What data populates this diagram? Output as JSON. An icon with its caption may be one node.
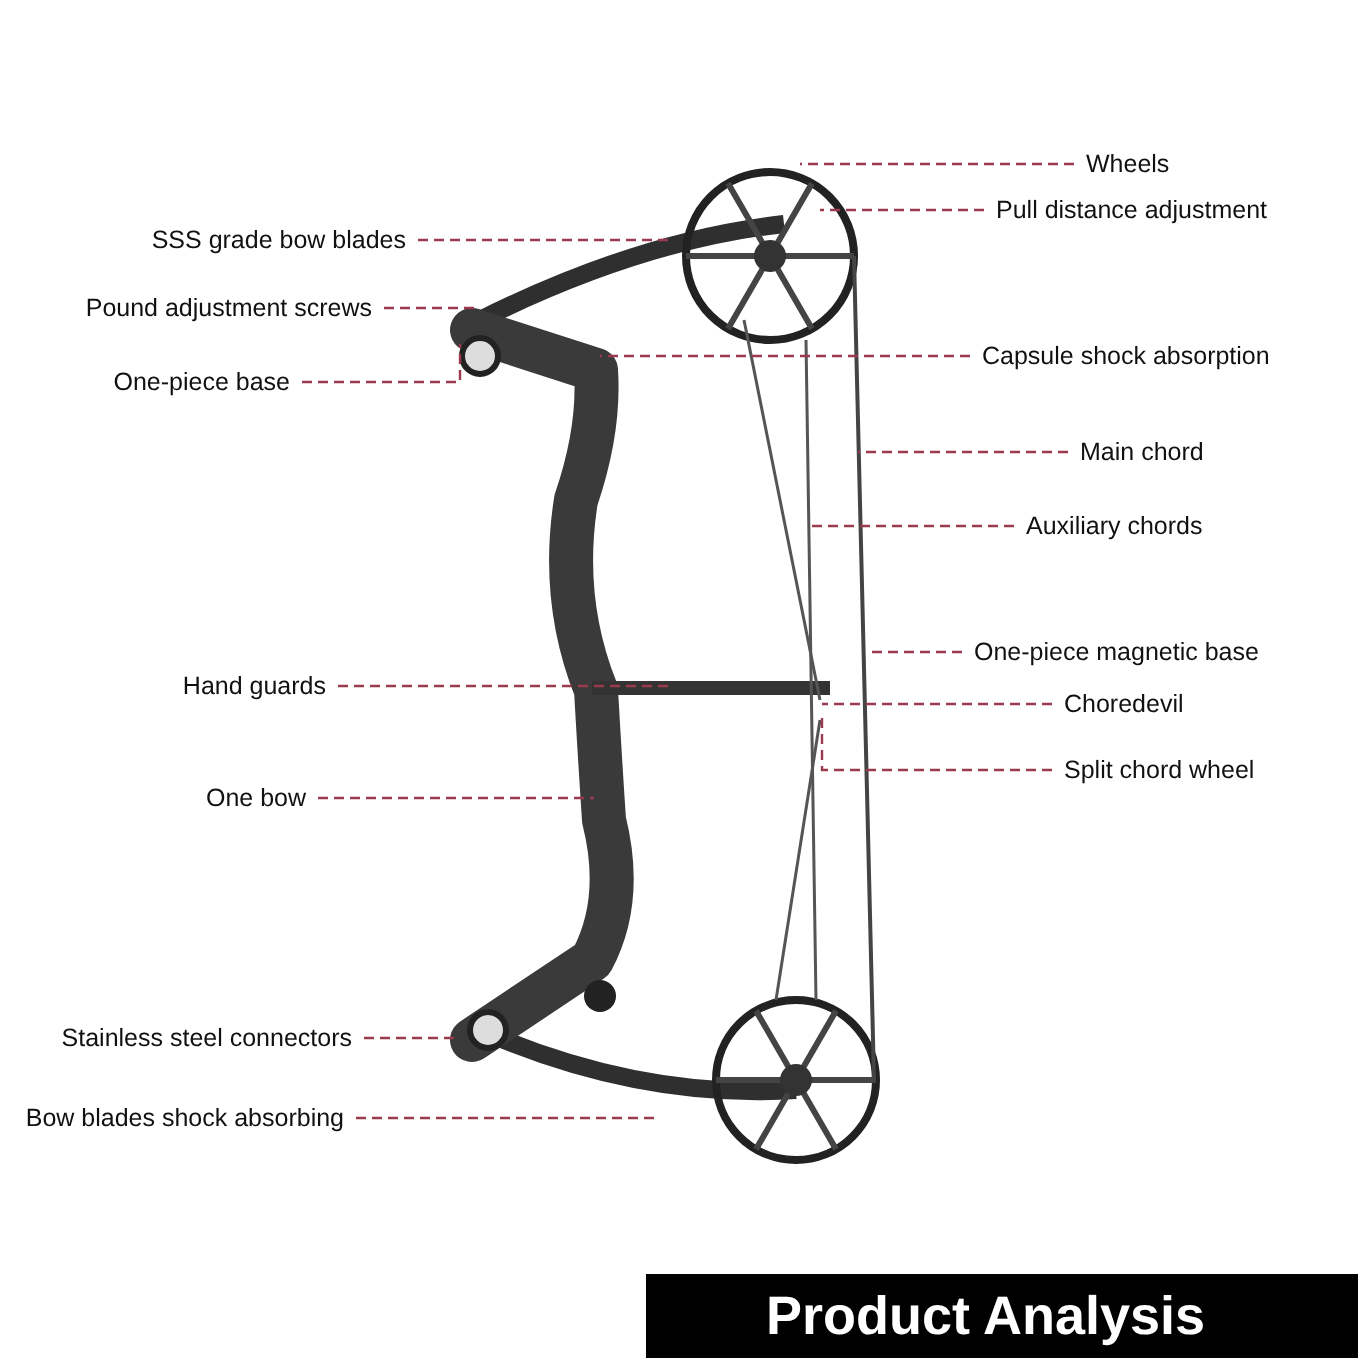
{
  "diagram": {
    "title": "Product Analysis",
    "nodes": [
      {
        "text": [
          "Wheels"
        ]
      },
      {
        "text": [
          "SSS grade bow blades"
        ]
      },
      {
        "text": [
          "Pull distance adjustment"
        ]
      },
      {
        "text": [
          "Pound adjustment screws"
        ]
      },
      {
        "text": [
          "Capsule shock absorption"
        ]
      },
      {
        "text": [
          "One-piece base"
        ]
      },
      {
        "text": [
          "Main chord"
        ]
      },
      {
        "text": [
          "Auxiliary chords"
        ]
      },
      {
        "text": [
          "One-piece magnetic base"
        ]
      },
      {
        "text": [
          "Hand guards"
        ]
      },
      {
        "text": [
          "Choredevil"
        ]
      },
      {
        "text": [
          "Split chord wheel"
        ]
      },
      {
        "text": [
          "One bow"
        ]
      },
      {
        "text": [
          "Stainless steel connectors"
        ]
      },
      {
        "text": [
          "Bow blades shock absorbing"
        ]
      }
    ],
    "edges": [
      {
        "from": 0,
        "to": null,
        "arrow": "none",
        "style": "dashed"
      },
      {
        "from": 1,
        "to": null,
        "arrow": "none",
        "style": "dashed"
      },
      {
        "from": 2,
        "to": null,
        "arrow": "none",
        "style": "dashed"
      },
      {
        "from": 3,
        "to": null,
        "arrow": "none",
        "style": "dashed"
      },
      {
        "from": 4,
        "to": null,
        "arrow": "none",
        "style": "dashed"
      },
      {
        "from": 5,
        "to": null,
        "arrow": "none",
        "style": "dashed"
      },
      {
        "from": 6,
        "to": null,
        "arrow": "none",
        "style": "dashed"
      },
      {
        "from": 7,
        "to": null,
        "arrow": "none",
        "style": "dashed"
      },
      {
        "from": 8,
        "to": null,
        "arrow": "none",
        "style": "dashed"
      },
      {
        "from": 9,
        "to": null,
        "arrow": "none",
        "style": "dashed"
      },
      {
        "from": 10,
        "to": null,
        "arrow": "none",
        "style": "dashed"
      },
      {
        "from": 11,
        "to": null,
        "arrow": "none",
        "style": "dashed"
      },
      {
        "from": 12,
        "to": null,
        "arrow": "none",
        "style": "dashed"
      },
      {
        "from": 13,
        "to": null,
        "arrow": "none",
        "style": "dashed"
      },
      {
        "from": 14,
        "to": null,
        "arrow": "none",
        "style": "dashed"
      }
    ]
  }
}
